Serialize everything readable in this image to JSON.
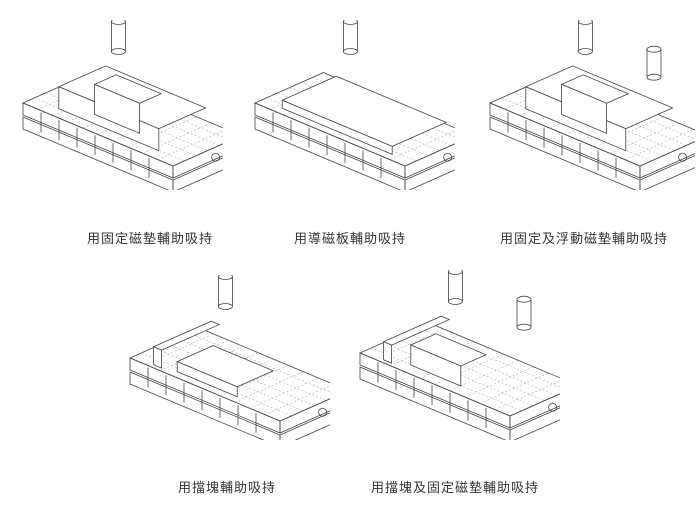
{
  "figures": [
    {
      "caption": "用固定磁墊輔助吸持",
      "variant": "fixed-pad"
    },
    {
      "caption": "用導磁板輔助吸持",
      "variant": "magnetic-plate"
    },
    {
      "caption": "用固定及浮動磁墊輔助吸持",
      "variant": "fixed-floating-pad"
    },
    {
      "caption": "用擋塊輔助吸持",
      "variant": "stop-block"
    },
    {
      "caption": "用擋塊及固定磁墊輔助吸持",
      "variant": "stop-block-fixed-pad"
    }
  ]
}
